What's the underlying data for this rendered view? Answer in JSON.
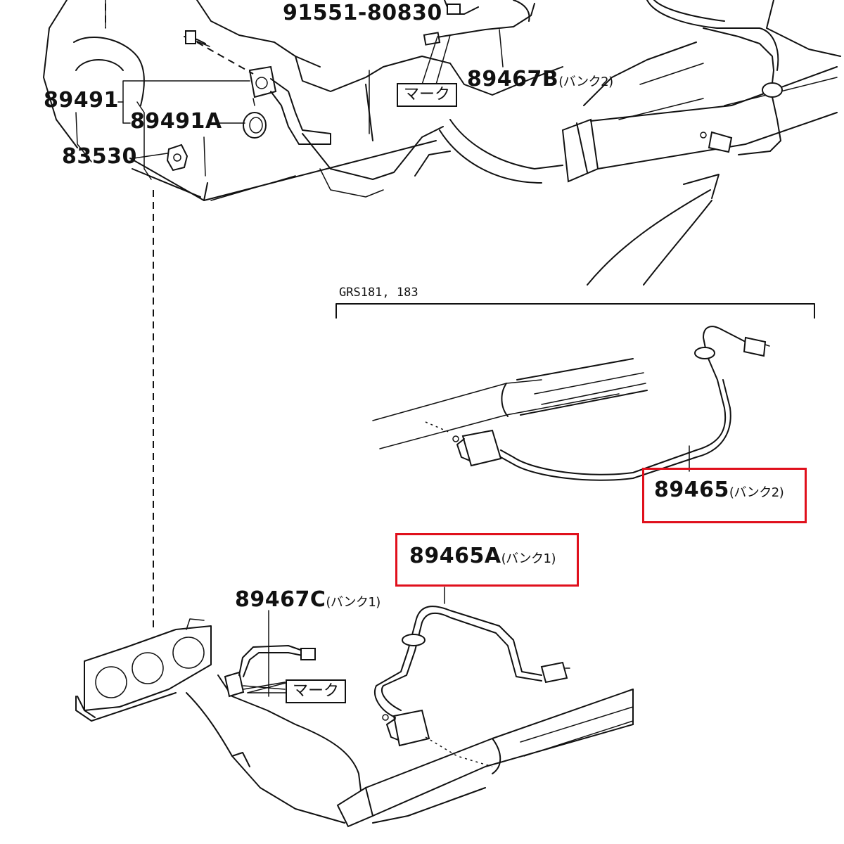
{
  "parts": {
    "p9155180830": "91551-80830",
    "p89467B": "89467B",
    "p89467B_note": "(バンク2)",
    "p89491": "89491",
    "p89491A": "89491A",
    "p83530": "83530",
    "p89465": "89465",
    "p89465_note": "(バンク2)",
    "p89465A": "89465A",
    "p89465A_note": "(バンク1)",
    "p89467C": "89467C",
    "p89467C_note": "(バンク1)"
  },
  "marks": {
    "top": "マーク",
    "bottom": "マーク"
  },
  "variant_label": "GRS181, 183",
  "highlight_color": "#e0101c"
}
